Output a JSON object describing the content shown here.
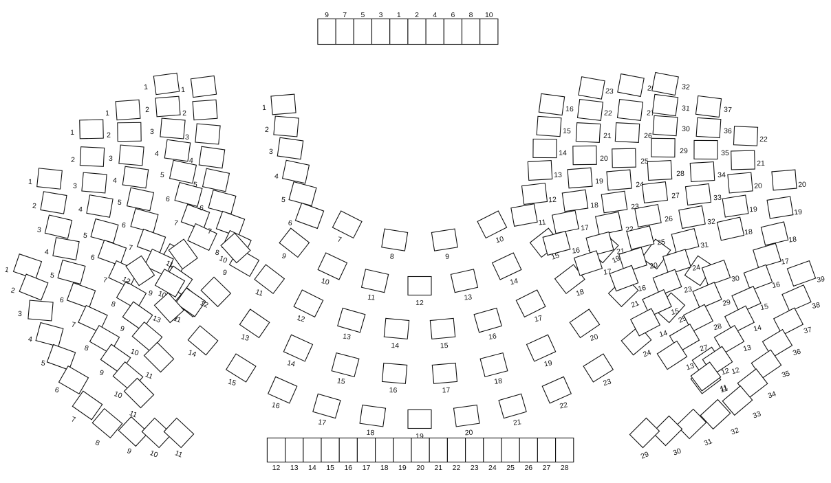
{
  "title": "",
  "colors": {
    "seat_fill": "#ffffff",
    "seat_stroke": "#111111",
    "label": "#111111"
  },
  "blocks": [
    {
      "id": "top-row",
      "numbers": [
        "9",
        "7",
        "5",
        "3",
        "1",
        "2",
        "4",
        "6",
        "8",
        "10"
      ]
    },
    {
      "id": "bottom-row",
      "numbers": [
        "12",
        "13",
        "14",
        "15",
        "16",
        "17",
        "18",
        "19",
        "20",
        "21",
        "22",
        "23",
        "24",
        "25",
        "26",
        "27",
        "28"
      ]
    },
    {
      "id": "left-far",
      "numbers": [
        "1",
        "2",
        "3",
        "4",
        "5",
        "6",
        "7",
        "8",
        "9",
        "10",
        "11",
        "1",
        "2",
        "3",
        "4",
        "5",
        "6",
        "7",
        "8",
        "9",
        "10",
        "11"
      ]
    },
    {
      "id": "left-mid",
      "numbers": [
        "1",
        "2",
        "3",
        "4",
        "5",
        "6",
        "7",
        "8",
        "9",
        "10",
        "11",
        "1",
        "2",
        "3",
        "4",
        "5",
        "6",
        "7",
        "8",
        "9",
        "10",
        "11"
      ]
    },
    {
      "id": "left-near",
      "numbers": [
        "1",
        "2",
        "3",
        "4",
        "5",
        "6",
        "7",
        "8",
        "9",
        "10",
        "1",
        "2",
        "3",
        "4",
        "5",
        "6",
        "7",
        "8",
        "9",
        "1",
        "2",
        "3",
        "4",
        "5",
        "6"
      ]
    },
    {
      "id": "center-arc",
      "numbers": [
        "7",
        "8",
        "9",
        "10",
        "9",
        "10",
        "11",
        "12",
        "13",
        "14",
        "15",
        "10",
        "11",
        "12",
        "13",
        "14",
        "15",
        "16",
        "17",
        "18",
        "19",
        "11",
        "12",
        "13",
        "14",
        "15",
        "16",
        "17",
        "18",
        "19",
        "20",
        "21",
        "22",
        "12",
        "13",
        "14",
        "15",
        "16",
        "17",
        "18",
        "19",
        "20",
        "21",
        "22",
        "23",
        "24",
        "25",
        "26"
      ]
    },
    {
      "id": "right-block",
      "numbers": [
        "23",
        "28",
        "32",
        "16",
        "22",
        "27",
        "31",
        "37",
        "15",
        "21",
        "26",
        "30",
        "36",
        "22",
        "14",
        "20",
        "25",
        "29",
        "35",
        "21",
        "13",
        "19",
        "24",
        "28",
        "34",
        "20",
        "12",
        "18",
        "23",
        "27",
        "33",
        "19",
        "11",
        "17",
        "22",
        "26",
        "32",
        "18",
        "16",
        "21",
        "25",
        "31",
        "17",
        "20",
        "24",
        "30",
        "16",
        "23",
        "29",
        "15",
        "28",
        "14",
        "27",
        "13",
        "12",
        "11"
      ]
    },
    {
      "id": "right-outer",
      "numbers": [
        "20",
        "19",
        "18",
        "17",
        "16",
        "39",
        "15",
        "38",
        "14",
        "37",
        "13",
        "36",
        "12",
        "35",
        "11",
        "34",
        "33",
        "32",
        "31",
        "30",
        "29"
      ]
    }
  ]
}
